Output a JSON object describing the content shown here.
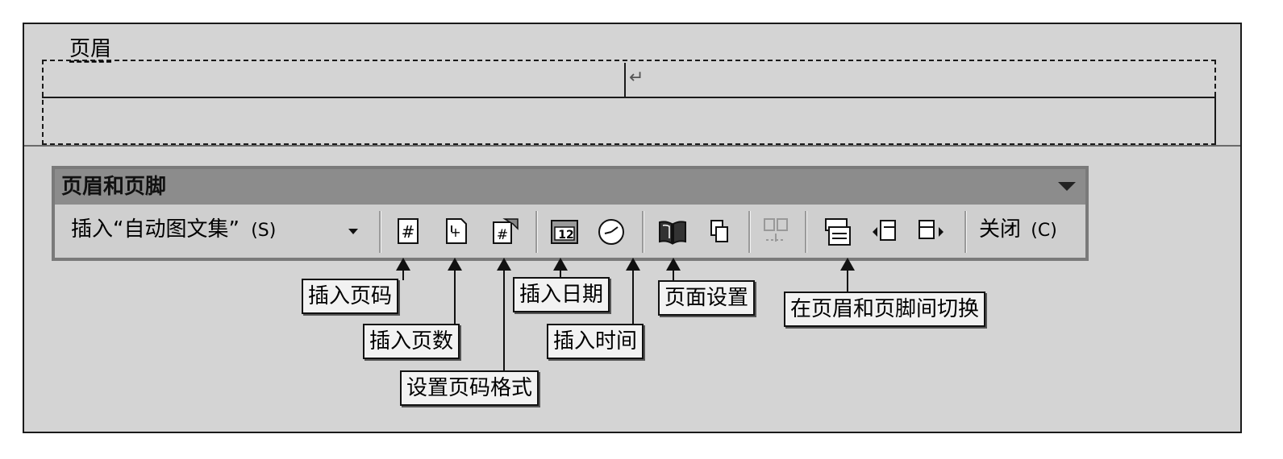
{
  "header_area": {
    "label": "页眉",
    "paragraph_mark": "↵"
  },
  "toolbar": {
    "title": "页眉和页脚",
    "autotext_label": "插入“自动图文集”",
    "autotext_shortcut": "(S)",
    "close_label": "关闭",
    "close_shortcut": "(C)"
  },
  "callouts": {
    "insert_page_number": "插入页码",
    "insert_page_count": "插入页数",
    "format_page_number": "设置页码格式",
    "insert_date": "插入日期",
    "insert_time": "插入时间",
    "page_setup": "页面设置",
    "switch_header_footer": "在页眉和页脚间切换"
  },
  "icons": {
    "insert_page_number": "page-number-icon",
    "insert_page_count": "page-count-icon",
    "format_page_number": "format-page-number-icon",
    "insert_date": "date-icon",
    "insert_time": "clock-icon",
    "page_setup": "book-icon",
    "show_document_text": "show-text-icon",
    "same_as_previous": "same-as-previous-icon",
    "switch_header_footer": "switch-header-footer-icon",
    "show_previous": "show-previous-icon",
    "show_next": "show-next-icon"
  },
  "colors": {
    "window_bg": "#d4d4d4",
    "toolbar_title_bg": "#8c8c8c",
    "callout_bg": "#f2f2f2"
  }
}
